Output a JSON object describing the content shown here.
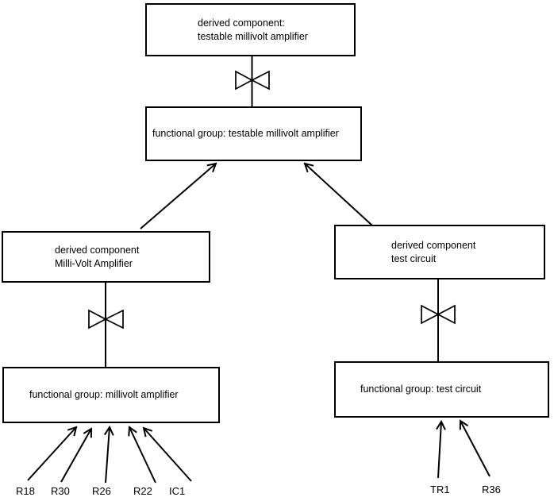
{
  "diagram": {
    "background_color": "#ffffff",
    "line_color": "#000000",
    "boxes": {
      "top_derived": {
        "line1": "derived component:",
        "line2": "testable millivolt amplifier"
      },
      "top_functional": {
        "label": "functional group: testable millivolt amplifier"
      },
      "left_derived": {
        "line1": "derived component",
        "line2": "Milli-Volt Amplifier"
      },
      "right_derived": {
        "line1": "derived component",
        "line2": "test circuit"
      },
      "left_functional": {
        "label": "functional group: millivolt amplifier"
      },
      "right_functional": {
        "label": "functional group: test circuit"
      }
    },
    "components": {
      "left": [
        "R18",
        "R30",
        "R26",
        "R22",
        "IC1"
      ],
      "right": [
        "TR1",
        "R36"
      ]
    },
    "symbols": {
      "bowtie": "composition-bowtie",
      "arrowhead": "open-arrowhead"
    }
  }
}
